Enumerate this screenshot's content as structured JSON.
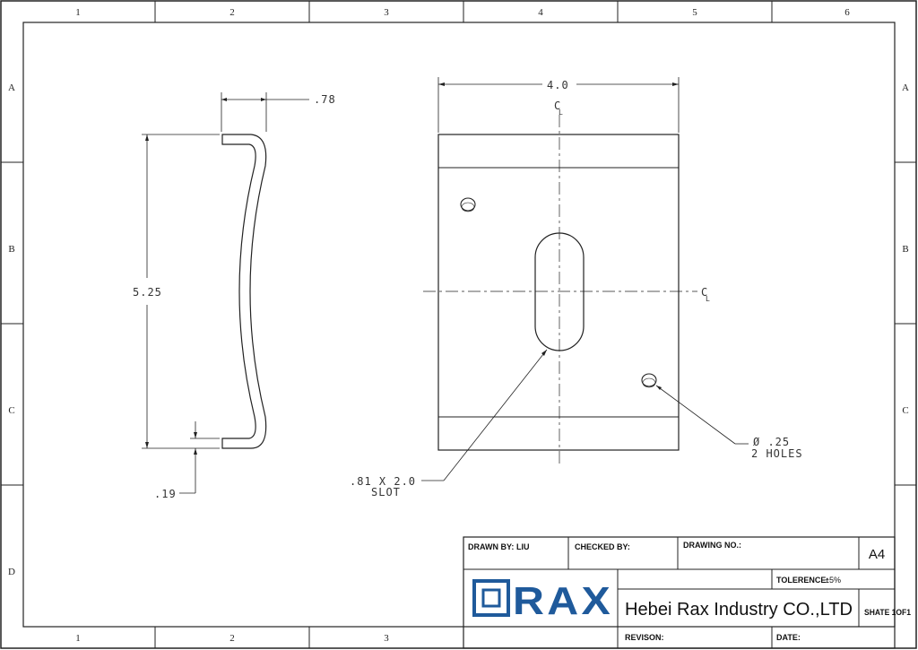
{
  "zones": {
    "columns_top": [
      "1",
      "2",
      "3",
      "4",
      "5",
      "6"
    ],
    "columns_bottom": [
      "1",
      "2",
      "3"
    ],
    "rows": [
      "A",
      "B",
      "C",
      "D"
    ]
  },
  "drawing": {
    "side_view": {
      "width_dim": ".78",
      "height_dim": "5.25",
      "thickness_dim": ".19"
    },
    "plan_view": {
      "width_dim": "4.0",
      "centerline_symbol": "C",
      "centerline_sub": "L",
      "slot_note_line1": ".81 X 2.0",
      "slot_note_line2": "SLOT",
      "hole_note_line1": "Ø .25",
      "hole_note_line2": "2 HOLES"
    }
  },
  "title_block": {
    "drawn_by_label": "DRAWN BY:",
    "drawn_by_value": "LIU",
    "checked_by_label": "CHECKED BY:",
    "drawing_no_label": "DRAWING NO.:",
    "sheet_size": "A4",
    "tolerance_label": "TOLERENCE:",
    "tolerance_value": "±5%",
    "logo_text": "RAX",
    "company": "Hebei Rax Industry CO.,LTD",
    "sheet_label": "SHATE 1OF1",
    "revision_label": "REVISON:",
    "date_label": "DATE:"
  },
  "colors": {
    "line": "#222222",
    "logo": "#1f5a9b"
  }
}
